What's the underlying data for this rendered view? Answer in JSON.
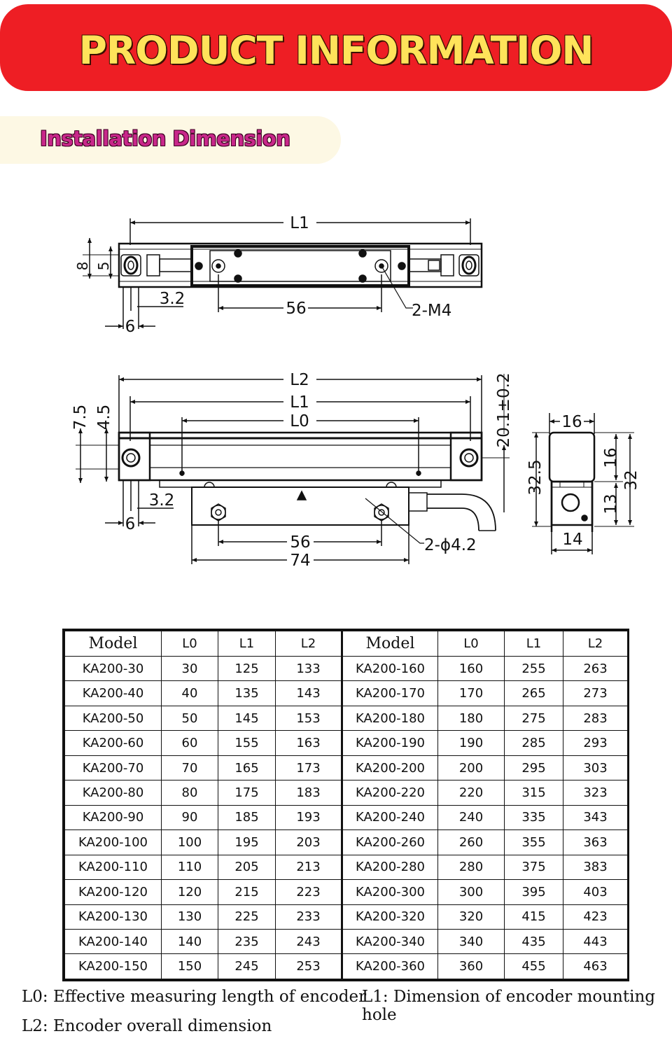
{
  "banner": {
    "title": "PRODUCT INFORMATION"
  },
  "section": {
    "title": "Installation Dimension"
  },
  "top_view": {
    "labels": {
      "l1": "L1",
      "d8": "8",
      "d5": "5",
      "d3_2": "3.2",
      "d56": "56",
      "d6": "6",
      "holes": "2-M4"
    }
  },
  "front_view": {
    "labels": {
      "l2": "L2",
      "l1": "L1",
      "l0": "L0",
      "d7_5": "7.5",
      "d4_5": "4.5",
      "d3_2": "3.2",
      "d6": "6",
      "d56": "56",
      "d74": "74",
      "holes": "2-ϕ4.2",
      "d20_1": "20.1±0.2"
    }
  },
  "side_view": {
    "labels": {
      "d16_top": "16",
      "d16_right": "16",
      "d32_5": "32.5",
      "d32": "32",
      "d13": "13",
      "d14": "14"
    }
  },
  "table": {
    "headers": [
      "Model",
      "L0",
      "L1",
      "L2",
      "Model",
      "L0",
      "L1",
      "L2"
    ],
    "rows": [
      [
        "KA200-30",
        "30",
        "125",
        "133",
        "KA200-160",
        "160",
        "255",
        "263"
      ],
      [
        "KA200-40",
        "40",
        "135",
        "143",
        "KA200-170",
        "170",
        "265",
        "273"
      ],
      [
        "KA200-50",
        "50",
        "145",
        "153",
        "KA200-180",
        "180",
        "275",
        "283"
      ],
      [
        "KA200-60",
        "60",
        "155",
        "163",
        "KA200-190",
        "190",
        "285",
        "293"
      ],
      [
        "KA200-70",
        "70",
        "165",
        "173",
        "KA200-200",
        "200",
        "295",
        "303"
      ],
      [
        "KA200-80",
        "80",
        "175",
        "183",
        "KA200-220",
        "220",
        "315",
        "323"
      ],
      [
        "KA200-90",
        "90",
        "185",
        "193",
        "KA200-240",
        "240",
        "335",
        "343"
      ],
      [
        "KA200-100",
        "100",
        "195",
        "203",
        "KA200-260",
        "260",
        "355",
        "363"
      ],
      [
        "KA200-110",
        "110",
        "205",
        "213",
        "KA200-280",
        "280",
        "375",
        "383"
      ],
      [
        "KA200-120",
        "120",
        "215",
        "223",
        "KA200-300",
        "300",
        "395",
        "403"
      ],
      [
        "KA200-130",
        "130",
        "225",
        "233",
        "KA200-320",
        "320",
        "415",
        "423"
      ],
      [
        "KA200-140",
        "140",
        "235",
        "243",
        "KA200-340",
        "340",
        "435",
        "443"
      ],
      [
        "KA200-150",
        "150",
        "245",
        "253",
        "KA200-360",
        "360",
        "455",
        "463"
      ]
    ]
  },
  "notes": {
    "l0": "L0: Effective measuring length  of encoder",
    "l1": "L1: Dimension of encoder mounting hole",
    "l2": "L2: Encoder overall dimension"
  }
}
